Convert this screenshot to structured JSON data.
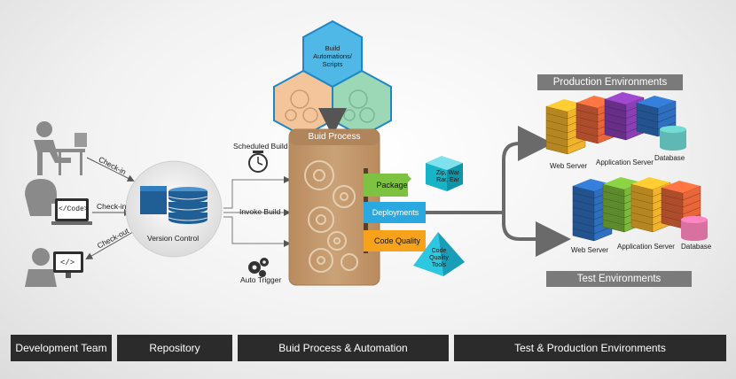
{
  "footer": {
    "team": "Development Team",
    "repository": "Repository",
    "build": "Buid Process & Automation",
    "environments": "Test & Production Environments"
  },
  "team": {
    "checkin_1": "Check-in",
    "checkin_2": "Check-in",
    "checkout": "Check-out",
    "code_screen": "</Code>",
    "code_screen_2": "</>"
  },
  "repository": {
    "label": "Version Control"
  },
  "triggers": {
    "scheduled": "Scheduled Build",
    "invoke": "Invoke Build",
    "auto": "Auto Trigger"
  },
  "build": {
    "title": "Buid Process",
    "automation": "Build Automations/ Scripts"
  },
  "outputs": {
    "package": "Package",
    "deployments": "Deployments",
    "code_quality": "Code Quality",
    "archive": "Zip, War Rar, Ear",
    "quality_tools": "Code Quality Tools"
  },
  "production": {
    "title": "Production Environments",
    "web_server": "Web Server",
    "app_server": "Application Server",
    "database": "Database"
  },
  "test": {
    "title": "Test Environments",
    "web_server": "Web Server",
    "app_server": "Application Server",
    "database": "Database"
  },
  "colors": {
    "build_box": "#c49a6c",
    "package_green": "#7dc241",
    "deploy_blue": "#29a9e0",
    "quality_orange": "#f7a21b",
    "server_yellow": "#f2b32c",
    "server_red": "#e8663a",
    "server_purple": "#8b3fb5",
    "server_blue": "#2f6fbf",
    "server_green": "#7ab83a",
    "db_teal": "#5fb8b3",
    "db_pink": "#d870a0"
  }
}
